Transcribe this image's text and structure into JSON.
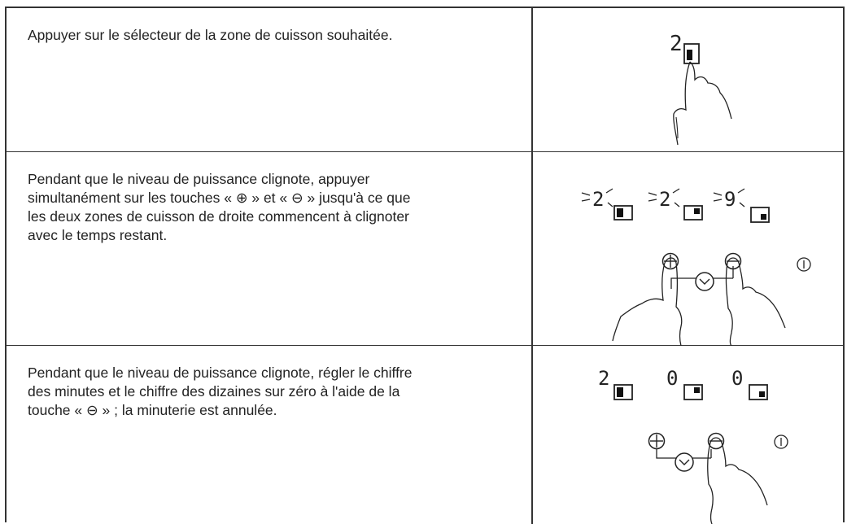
{
  "rows": [
    {
      "text": "Appuyer sur le sélecteur de la zone de cuisson souhaitée.",
      "display": {
        "digits": [
          "2"
        ]
      }
    },
    {
      "text": "Pendant que le niveau de puissance clignote, appuyer\nsimultanément sur les touches « ⊕ » et « ⊖ » jusqu'à ce que\nles deux zones de cuisson de droite commencent à clignoter\navec le temps restant.",
      "display": {
        "digits": [
          "2",
          "2",
          "9"
        ]
      }
    },
    {
      "text": "Pendant que le niveau de puissance clignote, régler le chiffre\ndes minutes et le chiffre des dizaines sur zéro à l'aide de la\ntouche « ⊖ » ; la minuterie est annulée.",
      "display": {
        "digits": [
          "2",
          "0",
          "0"
        ]
      }
    }
  ],
  "icons": [
    "cooking-zone-icon",
    "plus-key-icon",
    "minus-key-icon",
    "timer-key-icon",
    "power-key-icon",
    "finger-icon",
    "blink-rays-icon"
  ]
}
